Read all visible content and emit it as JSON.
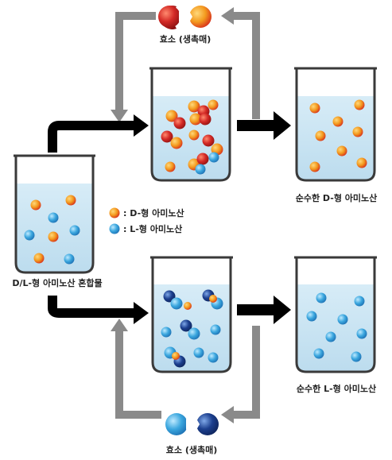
{
  "labels": {
    "enzyme_top": "효소 (생촉매)",
    "enzyme_bottom": "효소 (생촉매)",
    "mixture": "D/L-형 아미노산 혼합물",
    "legend_d": ": D-형 아미노산",
    "legend_l": ": L-형 아미노산",
    "pure_d": "순수한 D-형 아미노산",
    "pure_l": "순수한 L-형 아미노산"
  },
  "colors": {
    "d_amino_acid": "#f39a1e",
    "d_amino_acid_rim": "#d8341c",
    "l_amino_acid": "#3aa6de",
    "l_amino_acid_rim": "#1f73b5",
    "enzyme_top_red": "#d42a26",
    "enzyme_bottom_navy": "#1c3f8e",
    "liquid": "#c9e3f1",
    "beaker_outline": "#3a3a3a",
    "main_arrow": "#000000",
    "recycle_arrow": "#8a8a8a"
  },
  "icons": {
    "beaker": "beaker-icon",
    "d_molecule": "orange-circle-icon",
    "l_molecule": "blue-circle-icon",
    "enzyme": "enzyme-icon",
    "flow_arrow": "arrow-icon",
    "recycle_arrow": "recycle-arrow-icon"
  }
}
